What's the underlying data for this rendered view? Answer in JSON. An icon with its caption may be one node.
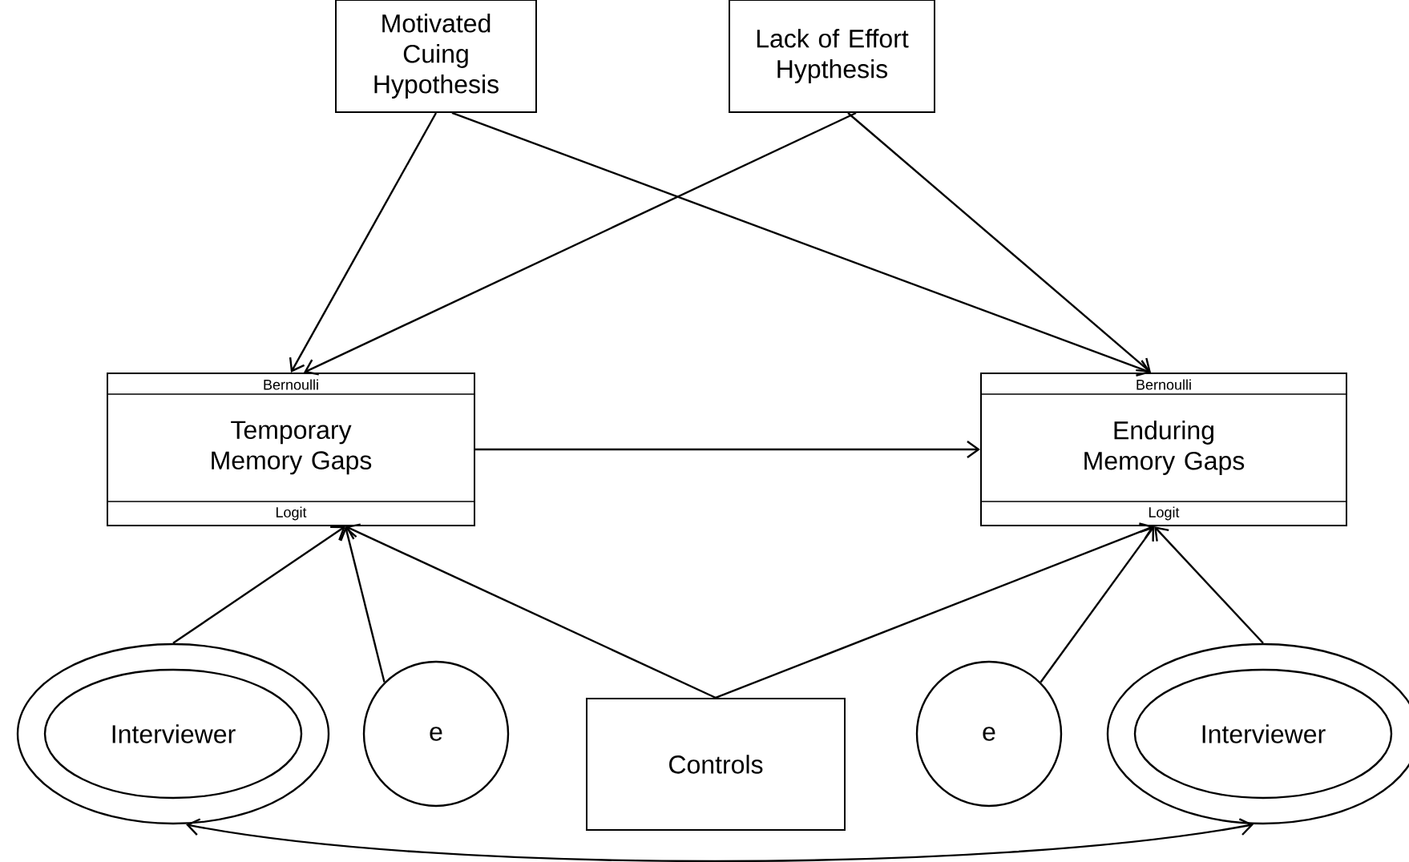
{
  "diagram": {
    "nodes": [
      {
        "text": [
          "Motivated Cuing Hypothesis"
        ]
      },
      {
        "text": [
          "Lack of Effort Hypthesis"
        ]
      },
      {
        "text": [
          "Bernoulli",
          "Temporary Memory Gaps",
          "Logit"
        ]
      },
      {
        "text": [
          "Bernoulli",
          "Enduring Memory Gaps",
          "Logit"
        ]
      },
      {
        "text": [
          "Interviewer"
        ]
      },
      {
        "text": [
          "e"
        ]
      },
      {
        "text": [
          "Controls"
        ]
      },
      {
        "text": [
          "e"
        ]
      },
      {
        "text": [
          "Interviewer"
        ]
      }
    ],
    "edges": [
      {
        "from": 0,
        "to": 2,
        "arrow": "to"
      },
      {
        "from": 0,
        "to": 3,
        "arrow": "to"
      },
      {
        "from": 1,
        "to": 2,
        "arrow": "to"
      },
      {
        "from": 1,
        "to": 3,
        "arrow": "to"
      },
      {
        "from": 2,
        "to": 3,
        "arrow": "to"
      },
      {
        "from": 4,
        "to": 2,
        "arrow": "to"
      },
      {
        "from": 5,
        "to": 2,
        "arrow": "to"
      },
      {
        "from": 6,
        "to": 2,
        "arrow": "to"
      },
      {
        "from": 6,
        "to": 3,
        "arrow": "to"
      },
      {
        "from": 7,
        "to": 3,
        "arrow": "to"
      },
      {
        "from": 8,
        "to": 3,
        "arrow": "to"
      },
      {
        "from": 4,
        "to": 8,
        "arrow": "both"
      }
    ]
  }
}
